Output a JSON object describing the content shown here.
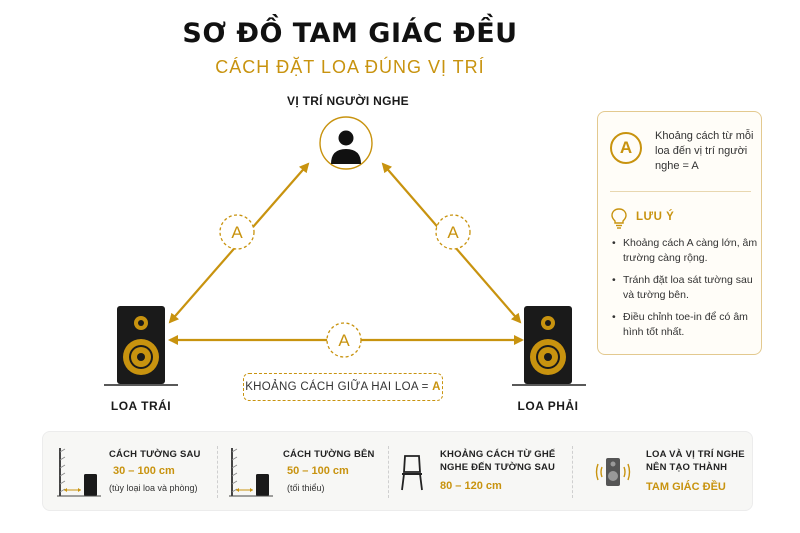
{
  "title": "SƠ ĐỒ TAM GIÁC ĐỀU",
  "subtitle": "CÁCH ĐẶT LOA ĐÚNG VỊ TRÍ",
  "listener_label": "VỊ TRÍ NGƯỜI NGHE",
  "distance_symbol": "A",
  "left_speaker_label": "LOA TRÁI",
  "right_speaker_label": "LOA PHẢI",
  "speaker_distance": {
    "text": "KHOẢNG CÁCH GIỮA HAI LOA = ",
    "symbol": "A"
  },
  "legend": {
    "symbol": "A",
    "description": "Khoảng cách từ mỗi loa đến vị trí người nghe = A",
    "note_title": "LƯU Ý",
    "notes": [
      "Khoảng cách A càng lớn, âm trường càng rộng.",
      "Tránh đặt loa sát tường sau và tường bên.",
      "Điều chỉnh toe-in để có âm hình tốt nhất."
    ]
  },
  "bottom": {
    "back_wall": {
      "title": "CÁCH TƯỜNG SAU",
      "value": "30 – 100 cm",
      "note": "(tùy loại loa và phòng)",
      "icon": "back-wall-icon"
    },
    "side_wall": {
      "title": "CÁCH TƯỜNG BÊN",
      "value": "50 – 100 cm",
      "note": "(tối thiểu)",
      "icon": "side-wall-icon"
    },
    "chair": {
      "title_line1": "KHOẢNG CÁCH TỪ GHẾ",
      "title_line2": "NGHE ĐẾN TƯỜNG SAU",
      "value": "80 – 120 cm",
      "icon": "chair-icon"
    },
    "triangle": {
      "title_line1": "LOA VÀ VỊ TRÍ NGHE",
      "title_line2": "NÊN TẠO THÀNH",
      "value": "TAM GIÁC ĐỀU",
      "icon": "speaker-sound-icon"
    }
  },
  "colors": {
    "accent": "#c8930f",
    "speaker_body": "#1a1a1a",
    "text": "#1a1a1a"
  }
}
